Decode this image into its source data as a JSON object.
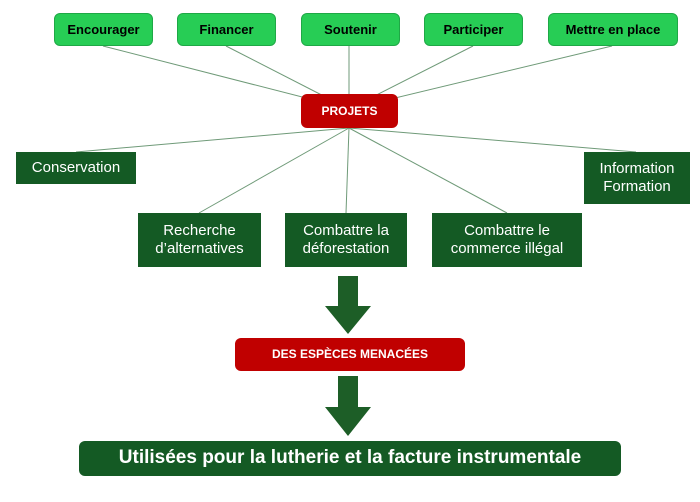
{
  "verbs": [
    "Encourager",
    "Financer",
    "Soutenir",
    "Participer",
    "Mettre en place"
  ],
  "center": "PROJETS",
  "actions": {
    "conservation": "Conservation",
    "information": [
      "Information",
      "Formation"
    ],
    "recherche": [
      "Recherche",
      "d’alternatives"
    ],
    "deforestation": [
      "Combattre la",
      "déforestation"
    ],
    "commerce": [
      "Combattre le",
      "commerce illégal"
    ]
  },
  "species": "DES ESPÈCES MENACÉES",
  "result": "Utilisées pour la lutherie et la facture instrumentale",
  "colors": {
    "verb_green": "#27cd55",
    "dark_green": "#145a24",
    "red": "#c00000",
    "arrow_green": "#1d5e27"
  }
}
